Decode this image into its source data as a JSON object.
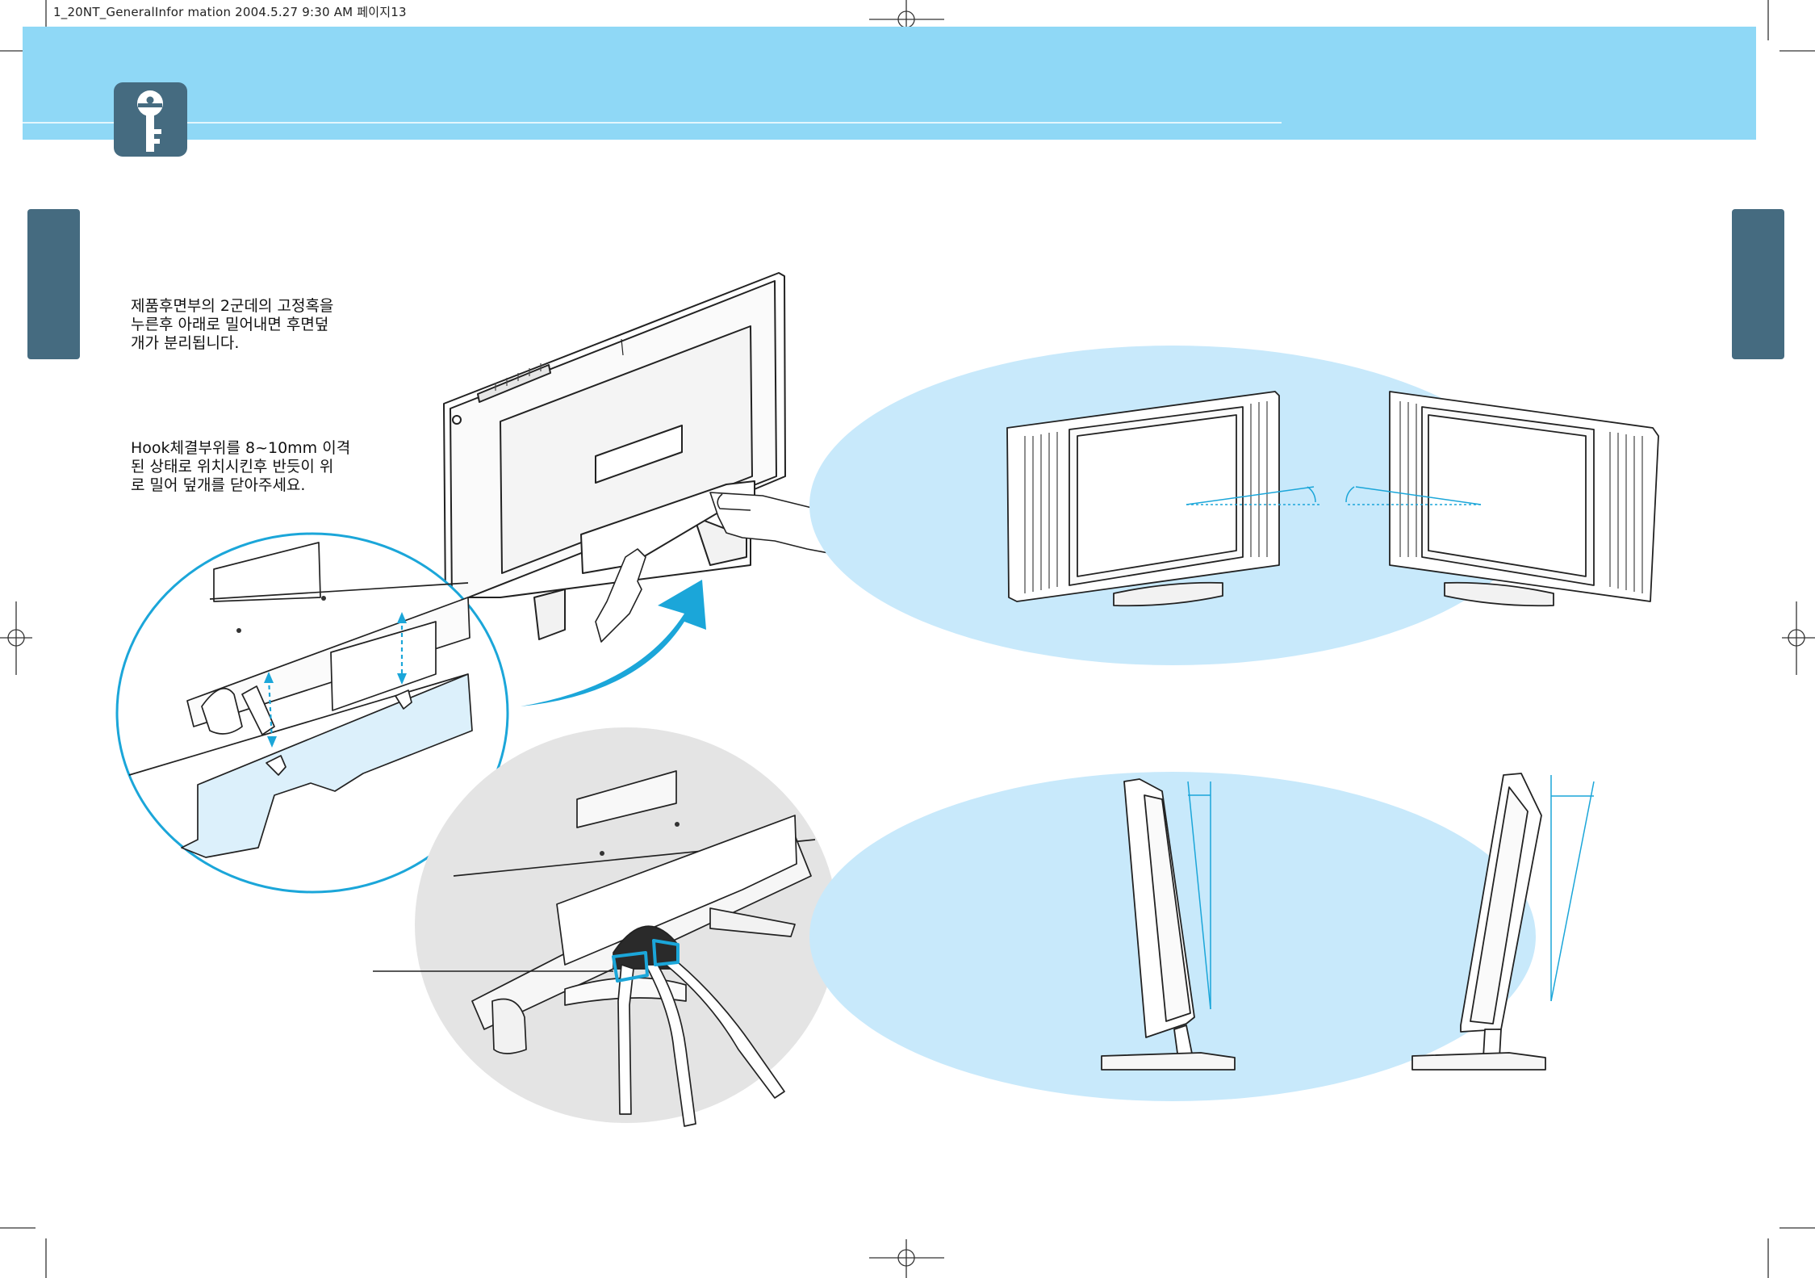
{
  "header": {
    "slug": "1_20NT_GeneralInfor mation  2004.5.27 9:30 AM 페이지13",
    "key_icon": "key-icon",
    "band_color": "#8fd8f6",
    "tab_color": "#456b80"
  },
  "instructions": {
    "step1": [
      "제품후면부의 2군데의 고정혹을",
      "누른후 아래로 밀어내면 후면덮",
      "개가 분리됩니다."
    ],
    "step2": [
      "Hook체결부위를 8~10mm 이격",
      "된 상태로 위치시킨후 반듯이 위",
      "로 밀어 덮개를 닫아주세요."
    ]
  },
  "illustrations": {
    "cover_removal": "monitor-back-cover-removal",
    "hook_detail": "hook-detail-zoom",
    "cable_management": "cable-clip-zoom",
    "swivel": "monitor-swivel-left-right",
    "tilt": "monitor-tilt-forward-back"
  },
  "colors": {
    "accent_blue": "#1ba6d9",
    "ellipse_fill": "#c8e9fb",
    "gray_zoom": "#e4e4e4",
    "panel_fill": "#dcf0fb"
  }
}
